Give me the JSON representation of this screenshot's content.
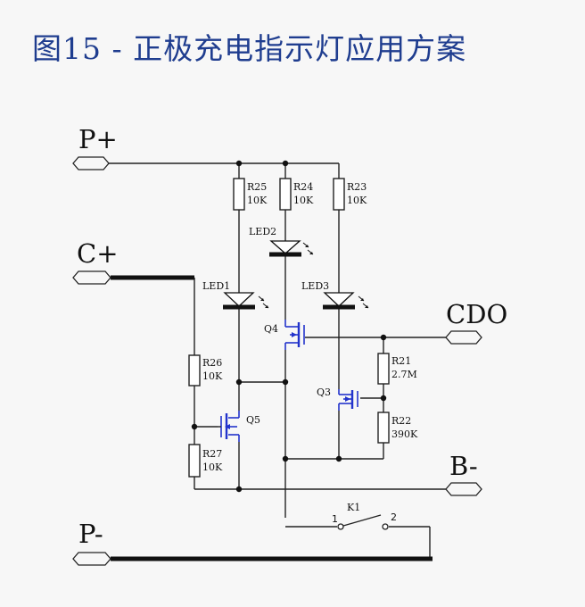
{
  "title": "图15  -  正极充电指示灯应用方案",
  "ports": {
    "p_plus": "P+",
    "c_plus": "C+",
    "cdo": "CDO",
    "b_minus": "B-",
    "p_minus": "P-"
  },
  "resistors": {
    "r25": {
      "name": "R25",
      "value": "10K"
    },
    "r24": {
      "name": "R24",
      "value": "10K"
    },
    "r23": {
      "name": "R23",
      "value": "10K"
    },
    "r26": {
      "name": "R26",
      "value": "10K"
    },
    "r27": {
      "name": "R27",
      "value": "10K"
    },
    "r21": {
      "name": "R21",
      "value": "2.7M"
    },
    "r22": {
      "name": "R22",
      "value": "390K"
    }
  },
  "leds": {
    "led1": "LED1",
    "led2": "LED2",
    "led3": "LED3"
  },
  "transistors": {
    "q3": "Q3",
    "q4": "Q4",
    "q5": "Q5"
  },
  "switch": {
    "name": "K1",
    "pin1": "1",
    "pin2": "2"
  },
  "colors": {
    "title": "#1f3d8f",
    "wire": "#222222",
    "mosfet": "#2233cc",
    "background": "#f7f7f7"
  }
}
